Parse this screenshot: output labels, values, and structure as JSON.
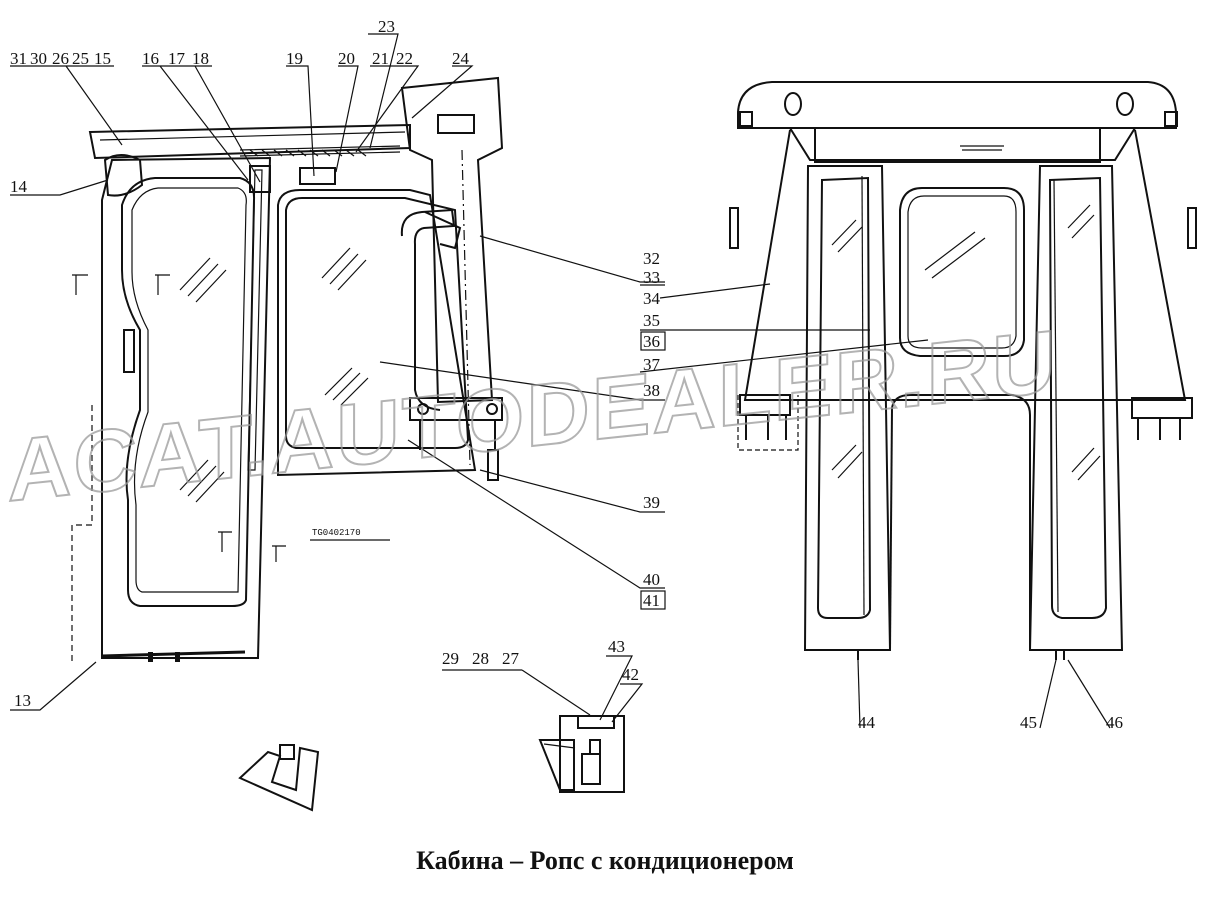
{
  "caption": "Кабина – Ропс с кондиционером",
  "watermark": "ACAT.AUTODEALER.RU",
  "labels": {
    "l31": "31",
    "l30": "30",
    "l26": "26",
    "l25": "25",
    "l15": "15",
    "l16": "16",
    "l17": "17",
    "l18": "18",
    "l19": "19",
    "l20": "20",
    "l23": "23",
    "l21": "21",
    "l22": "22",
    "l24": "24",
    "l14": "14",
    "l32": "32",
    "l33": "33",
    "l34": "34",
    "l35": "35",
    "l36": "36",
    "l37": "37",
    "l38": "38",
    "l39": "39",
    "l40": "40",
    "l41": "41",
    "l13": "13",
    "l29": "29",
    "l28": "28",
    "l27": "27",
    "l43": "43",
    "l42": "42",
    "l44": "44",
    "l45": "45",
    "l46": "46"
  }
}
